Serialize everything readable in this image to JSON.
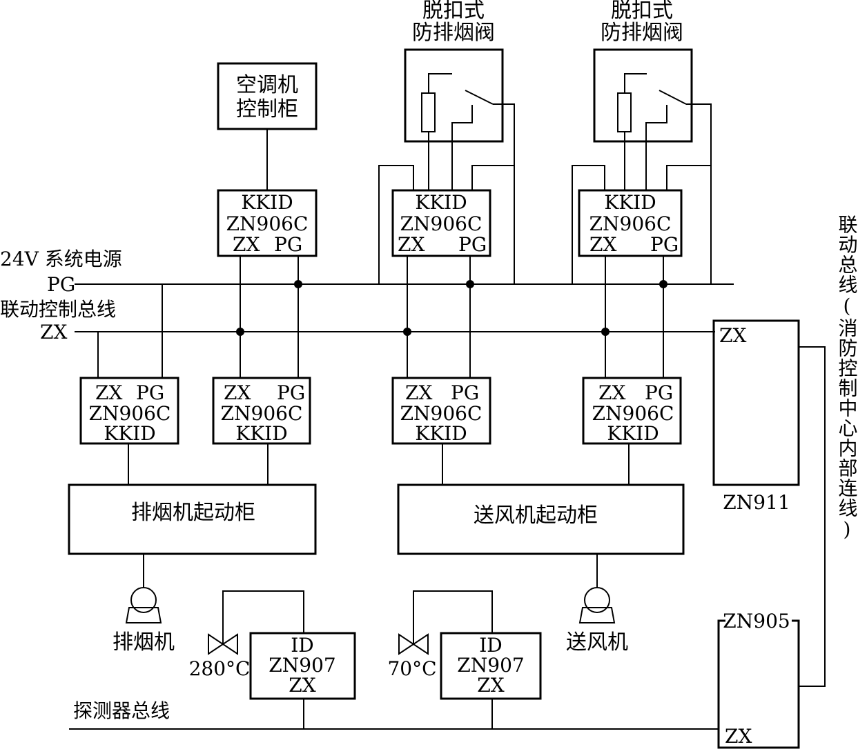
{
  "labels": {
    "power": "24V 系统电源",
    "pg": "PG",
    "linkbus": "联动控制总线",
    "zx": "ZX",
    "detector_bus": "探测器总线",
    "side_bus": "联动总线(消防控制中心内部连线)"
  },
  "boxes": {
    "ac_cabinet": [
      "空调机",
      "控制柜"
    ],
    "valve_title": [
      "脱扣式",
      "防排烟阀"
    ],
    "module_top": [
      "KKID",
      "ZN906C"
    ],
    "module_zx": "ZX",
    "module_pg": "PG",
    "module_bottom": [
      "ZN906C",
      "KKID"
    ],
    "smoke_cabinet": "排烟机起动柜",
    "supply_cabinet": "送风机起动柜",
    "zn911_zx": "ZX",
    "zn911": "ZN911",
    "zn905": "ZN905",
    "zn905_zx": "ZX",
    "id_module": [
      "ID",
      "ZN907",
      "ZX"
    ]
  },
  "devices": {
    "smoke_fan": "排烟机",
    "supply_fan": "送风机",
    "valve_280": "280°C",
    "valve_70": "70°C"
  }
}
